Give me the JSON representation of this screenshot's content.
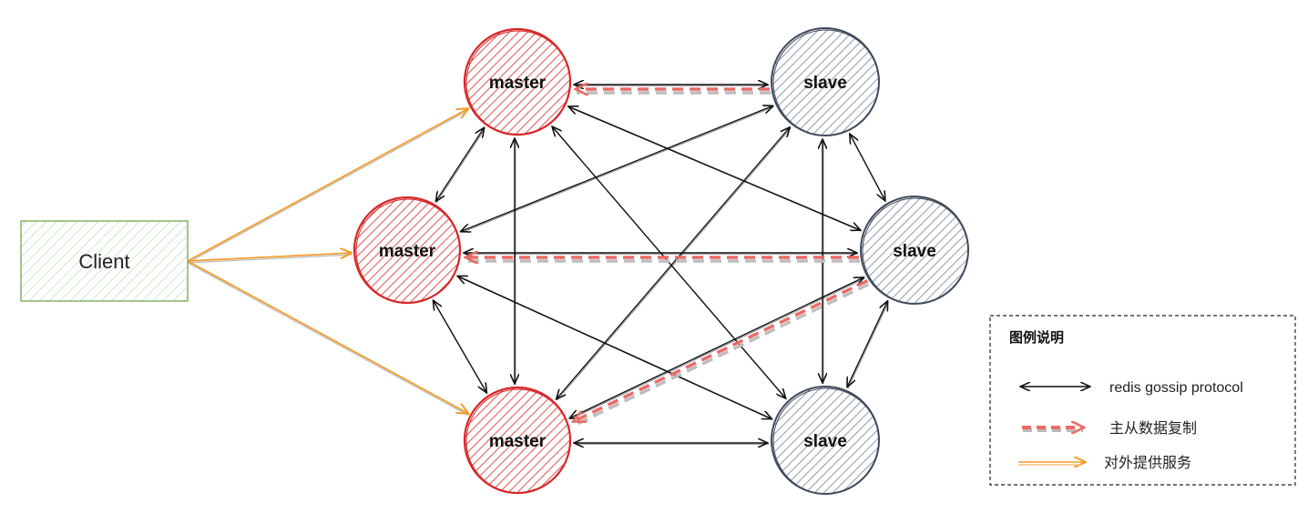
{
  "client": {
    "label": "Client"
  },
  "masters": [
    {
      "id": "m1",
      "label": "master"
    },
    {
      "id": "m2",
      "label": "master"
    },
    {
      "id": "m3",
      "label": "master"
    }
  ],
  "slaves": [
    {
      "id": "s1",
      "label": "slave"
    },
    {
      "id": "s2",
      "label": "slave"
    },
    {
      "id": "s3",
      "label": "slave"
    }
  ],
  "legend": {
    "title": "图例说明",
    "items": [
      {
        "type": "gossip",
        "label": "redis gossip protocol"
      },
      {
        "type": "replication",
        "label": "主从数据复制"
      },
      {
        "type": "service",
        "label": "对外提供服务"
      }
    ]
  },
  "colors": {
    "master_stroke": "#d62728",
    "master_fill": "#f4a4a4",
    "slave_stroke": "#3f4a5c",
    "slave_fill": "#b7bcc6",
    "client_stroke": "#82b366",
    "client_fill": "#d5e8d4",
    "gossip": "#111111",
    "replication": "#ea6b66",
    "service": "#f39c2b"
  },
  "edges": {
    "gossip": [
      [
        "m1",
        "s1"
      ],
      [
        "m1",
        "m2"
      ],
      [
        "m1",
        "m3"
      ],
      [
        "m1",
        "s2"
      ],
      [
        "m1",
        "s3"
      ],
      [
        "m2",
        "s1"
      ],
      [
        "m2",
        "s2"
      ],
      [
        "m2",
        "m3"
      ],
      [
        "m2",
        "s3"
      ],
      [
        "m3",
        "s1"
      ],
      [
        "m3",
        "s2"
      ],
      [
        "m3",
        "s3"
      ],
      [
        "s1",
        "s2"
      ],
      [
        "s1",
        "s3"
      ],
      [
        "s2",
        "s3"
      ]
    ],
    "replication": [
      [
        "s1",
        "m1"
      ],
      [
        "s2",
        "m2"
      ],
      [
        "s2",
        "m3"
      ]
    ],
    "service": [
      [
        "client",
        "m1"
      ],
      [
        "client",
        "m2"
      ],
      [
        "client",
        "m3"
      ]
    ]
  }
}
